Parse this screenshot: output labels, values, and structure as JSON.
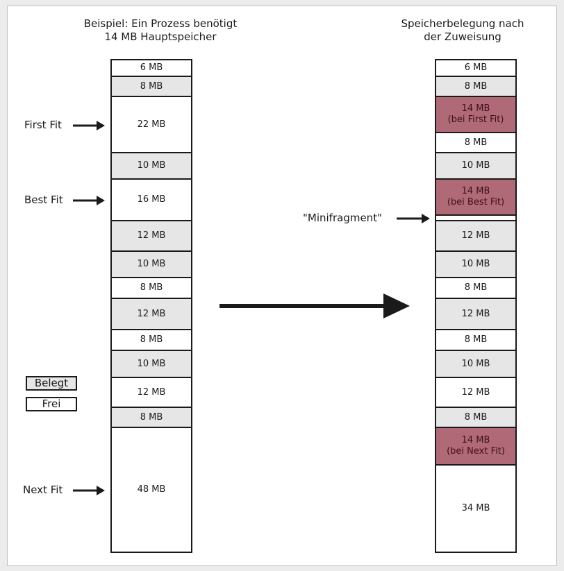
{
  "left_heading": {
    "line1": "Beispiel: Ein Prozess benötigt",
    "line2": "14 MB Hauptspeicher"
  },
  "right_heading": {
    "line1": "Speicherbelegung nach",
    "line2": "der Zuweisung"
  },
  "left_blocks": [
    {
      "label": "6 MB",
      "state": "free"
    },
    {
      "label": "8 MB",
      "state": "used"
    },
    {
      "label": "22 MB",
      "state": "free"
    },
    {
      "label": "10 MB",
      "state": "used"
    },
    {
      "label": "16 MB",
      "state": "free"
    },
    {
      "label": "12 MB",
      "state": "used"
    },
    {
      "label": "10 MB",
      "state": "used"
    },
    {
      "label": "8 MB",
      "state": "free"
    },
    {
      "label": "12 MB",
      "state": "used"
    },
    {
      "label": "8 MB",
      "state": "free"
    },
    {
      "label": "10 MB",
      "state": "used"
    },
    {
      "label": "12 MB",
      "state": "free"
    },
    {
      "label": "8 MB",
      "state": "used"
    },
    {
      "label": "48 MB",
      "state": "free"
    }
  ],
  "right_blocks": [
    {
      "label": "6 MB",
      "state": "free"
    },
    {
      "label": "8 MB",
      "state": "used"
    },
    {
      "label": "14 MB",
      "sublabel": "(bei First Fit)",
      "state": "proc"
    },
    {
      "label": "8 MB",
      "state": "free"
    },
    {
      "label": "10 MB",
      "state": "used"
    },
    {
      "label": "14 MB",
      "sublabel": "(bei Best Fit)",
      "state": "proc"
    },
    {
      "label": "",
      "state": "free"
    },
    {
      "label": "12 MB",
      "state": "used"
    },
    {
      "label": "10 MB",
      "state": "used"
    },
    {
      "label": "8 MB",
      "state": "free"
    },
    {
      "label": "12 MB",
      "state": "used"
    },
    {
      "label": "8 MB",
      "state": "free"
    },
    {
      "label": "10 MB",
      "state": "used"
    },
    {
      "label": "12 MB",
      "state": "free"
    },
    {
      "label": "8 MB",
      "state": "used"
    },
    {
      "label": "14 MB",
      "sublabel": "(bei Next Fit)",
      "state": "proc"
    },
    {
      "label": "34 MB",
      "state": "free"
    }
  ],
  "strategy_labels": {
    "first_fit": "First Fit",
    "best_fit": "Best Fit",
    "next_fit": "Next Fit"
  },
  "minifragment_label": "\"Minifragment\"",
  "legend": {
    "used": "Belegt",
    "free": "Frei"
  },
  "colors": {
    "used": "#e6e6e6",
    "free": "#ffffff",
    "process": "#b06a77",
    "line": "#1a1a1a"
  }
}
